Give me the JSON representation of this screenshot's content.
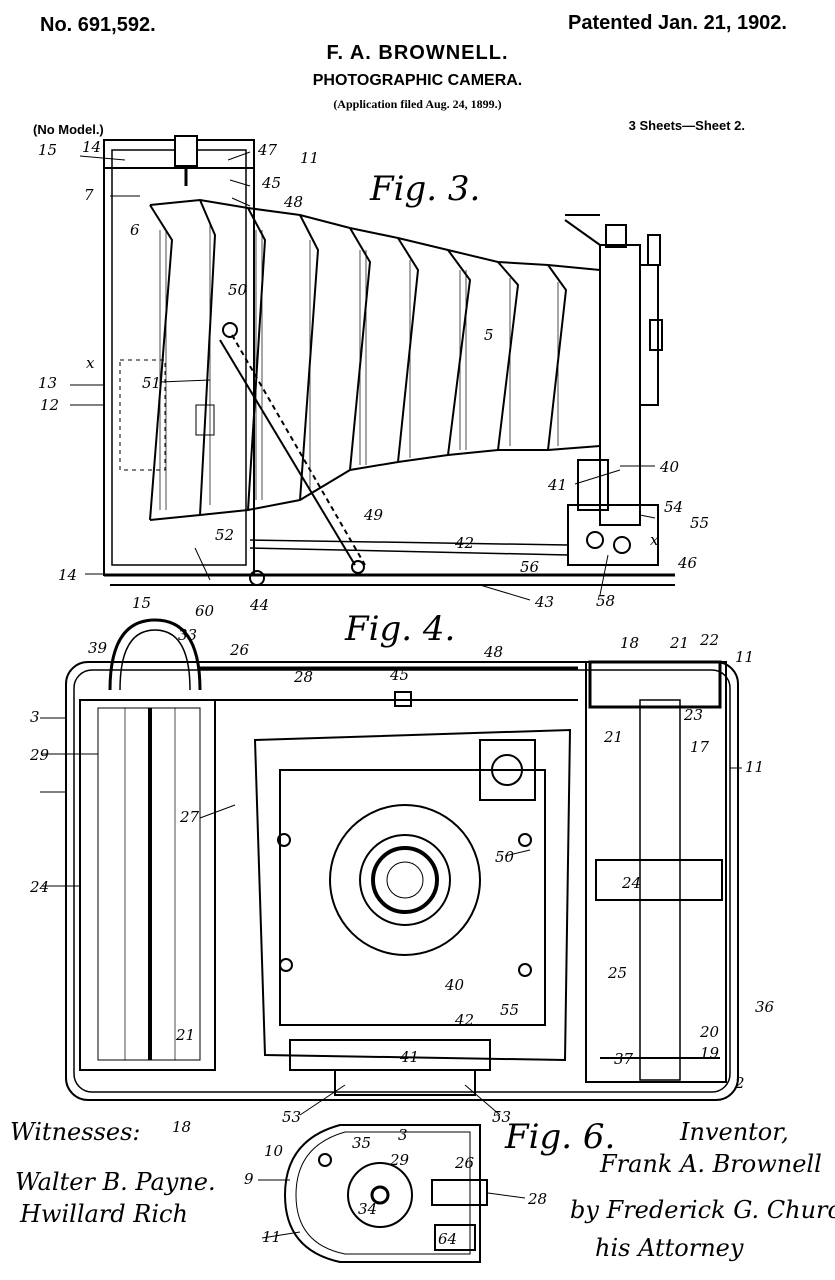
{
  "header": {
    "patent_number": "No. 691,592.",
    "patent_date": "Patented Jan. 21, 1902.",
    "inventor_name": "F. A. BROWNELL.",
    "title": "PHOTOGRAPHIC CAMERA.",
    "filed": "(Application filed Aug. 24, 1899.)",
    "model_note": "(No Model.)",
    "sheets": "3 Sheets—Sheet 2."
  },
  "figures": {
    "fig3": "Fig. 3.",
    "fig4": "Fig. 4.",
    "fig6": "Fig. 6."
  },
  "fig3_labels": [
    "15",
    "14",
    "47",
    "11",
    "7",
    "45",
    "48",
    "6",
    "50",
    "5",
    "x",
    "13",
    "12",
    "51",
    "40",
    "41",
    "54",
    "55",
    "49",
    "52",
    "42",
    "x",
    "46",
    "14",
    "56",
    "15",
    "60",
    "44",
    "43",
    "58"
  ],
  "fig4_labels": [
    "39",
    "33",
    "26",
    "28",
    "45",
    "48",
    "18",
    "21",
    "22",
    "11",
    "3",
    "29",
    "23",
    "21",
    "17",
    "11",
    "27",
    "50",
    "24",
    "24",
    "25",
    "40",
    "55",
    "36",
    "42",
    "20",
    "19",
    "41",
    "37",
    "21",
    "2",
    "53",
    "53"
  ],
  "fig6_labels": [
    "18",
    "35",
    "3",
    "10",
    "29",
    "26",
    "9",
    "34",
    "28",
    "64",
    "11"
  ],
  "signatures": {
    "witnesses_label": "Witnesses:",
    "witness_1": "Walter B. Payne.",
    "witness_2": "Hwillard Rich",
    "inventor_label": "Inventor,",
    "inventor_signature": "Frank A. Brownell",
    "attorney_signature": "by Frederick G. Church",
    "attorney_label": "his Attorney"
  }
}
